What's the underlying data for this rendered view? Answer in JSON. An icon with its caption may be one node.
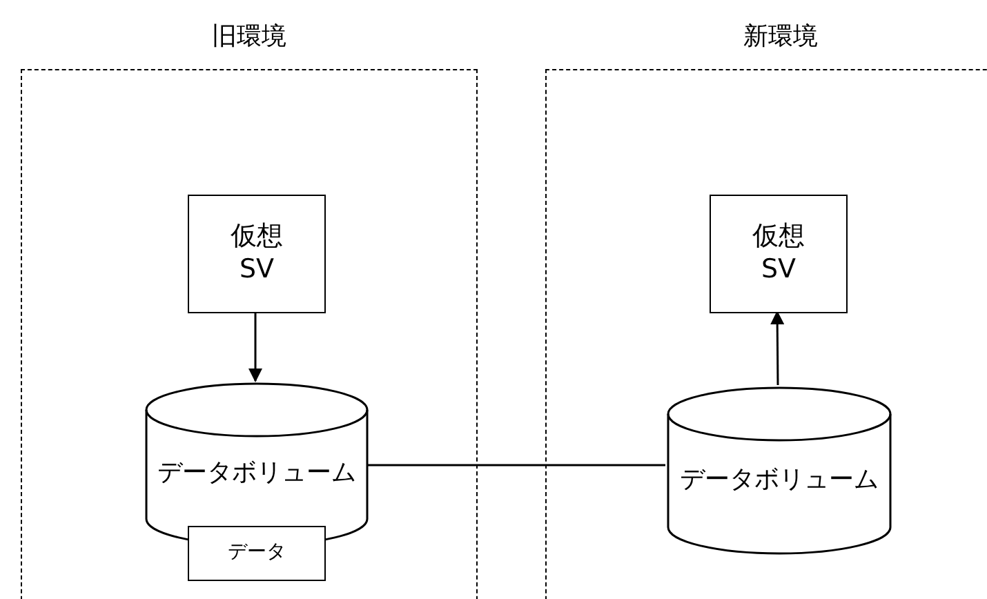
{
  "diagram": {
    "nodes": [
      {
        "text": [
          "旧環境"
        ]
      },
      {
        "text": [
          "仮想 SV"
        ],
        "in": 0
      },
      {
        "text": [
          "データボリューム"
        ],
        "in": 0
      },
      {
        "text": [
          "データ"
        ],
        "in": 0
      },
      {
        "text": [
          "新環境"
        ]
      },
      {
        "text": [
          "仮想 SV"
        ],
        "in": 4
      },
      {
        "text": [
          "データボリューム"
        ],
        "in": 4
      }
    ],
    "edges": [
      {
        "from": 1,
        "to": 2,
        "arrow": "to"
      },
      {
        "from": 6,
        "to": 5,
        "arrow": "to"
      },
      {
        "from": 2,
        "to": 6,
        "arrow": "none"
      }
    ]
  }
}
